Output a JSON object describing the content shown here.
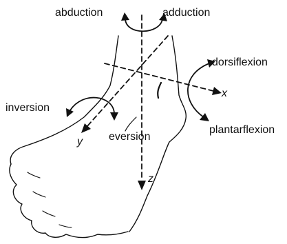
{
  "labels": {
    "abduction": "abduction",
    "adduction": "adduction",
    "dorsiflexion": "dorsiflexion",
    "plantarflexion": "plantarflexion",
    "inversion": "inversion",
    "eversion": "eversion"
  },
  "axes": {
    "x": "x",
    "y": "y",
    "z": "z"
  },
  "colors": {
    "ink": "#111111",
    "background": "#ffffff"
  }
}
